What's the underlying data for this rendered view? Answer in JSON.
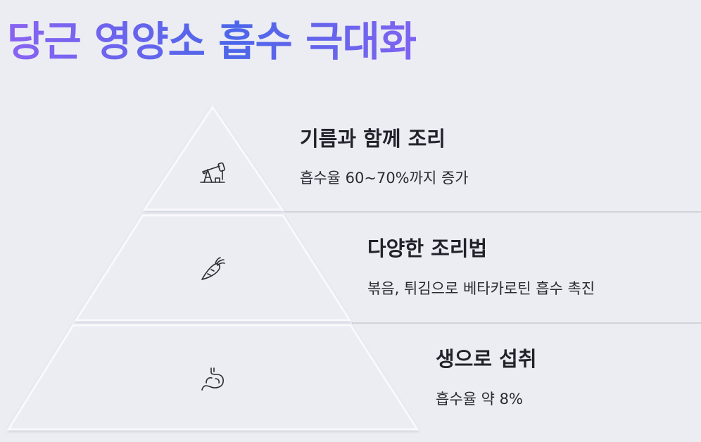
{
  "title": "당근 영양소 흡수 극대화",
  "levels": [
    {
      "title": "기름과 함께 조리",
      "description": "흡수율 60~70%까지 증가",
      "icon": "oil-pump-icon"
    },
    {
      "title": "다양한 조리법",
      "description": "볶음, 튀김으로 베타카로틴 흡수 촉진",
      "icon": "carrot-icon"
    },
    {
      "title": "생으로 섭취",
      "description": "흡수율 약 8%",
      "icon": "stomach-icon"
    }
  ]
}
